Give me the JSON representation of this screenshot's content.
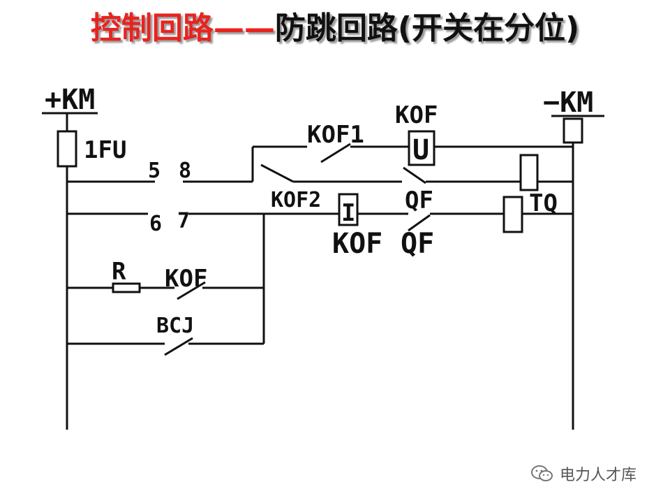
{
  "title": {
    "red": "控制回路——",
    "black": "防跳回路(开关在分位)"
  },
  "labels": {
    "pos_bus": "+KM",
    "neg_bus": "−KM",
    "fuse": "1FU",
    "node5": "5",
    "node8": "8",
    "node6": "6",
    "node7": "7",
    "kof1": "KOF1",
    "kof_top": "KOF",
    "u_coil": "U",
    "kof2": "KOF2",
    "i_coil": "I",
    "qf_upper": "QF",
    "tq": "TQ",
    "kof_lower": "KOF",
    "qf_lower": "QF",
    "resistor": "R",
    "kof_r": "KOF",
    "bcj": "BCJ"
  },
  "watermark": {
    "text": "电力人才库",
    "icon": "wechat-icon"
  }
}
